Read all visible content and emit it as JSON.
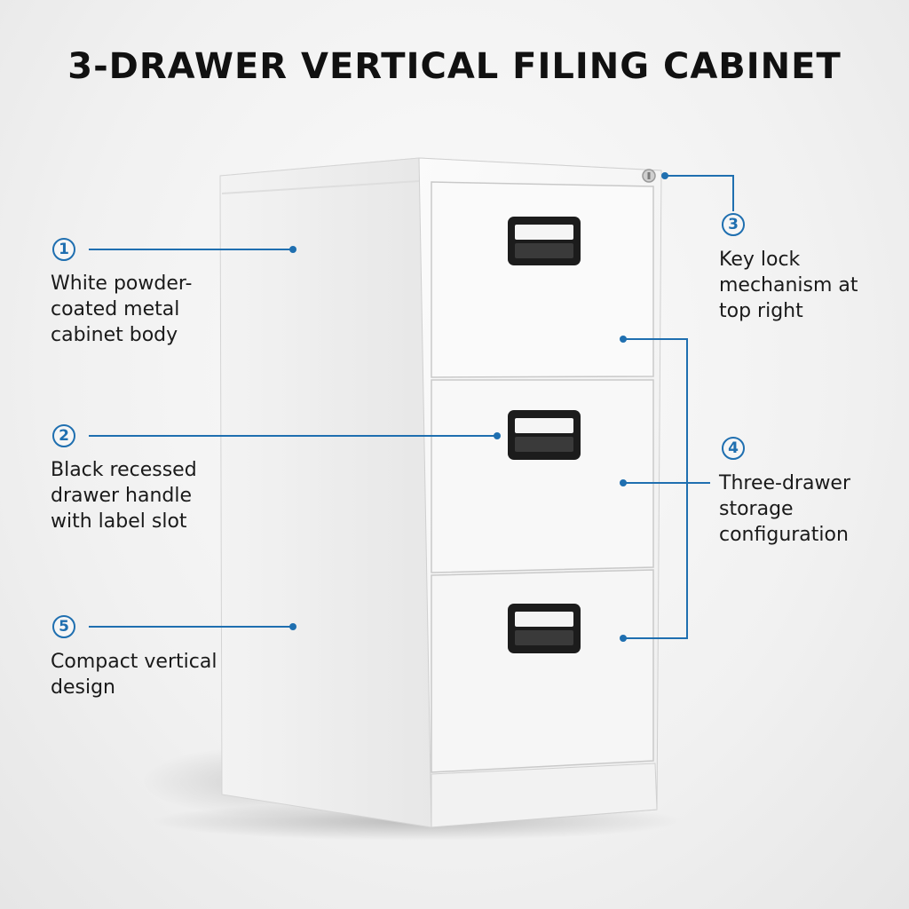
{
  "title": "3-DRAWER VERTICAL FILING CABINET",
  "accent_color": "#1f6fb0",
  "callouts": [
    {
      "number": "1",
      "text": "White powder-coated metal cabinet body"
    },
    {
      "number": "2",
      "text": "Black recessed drawer handle with label slot"
    },
    {
      "number": "3",
      "text": "Key lock mechanism at top right"
    },
    {
      "number": "4",
      "text": "Three-drawer storage configuration"
    },
    {
      "number": "5",
      "text": "Compact vertical design"
    }
  ]
}
